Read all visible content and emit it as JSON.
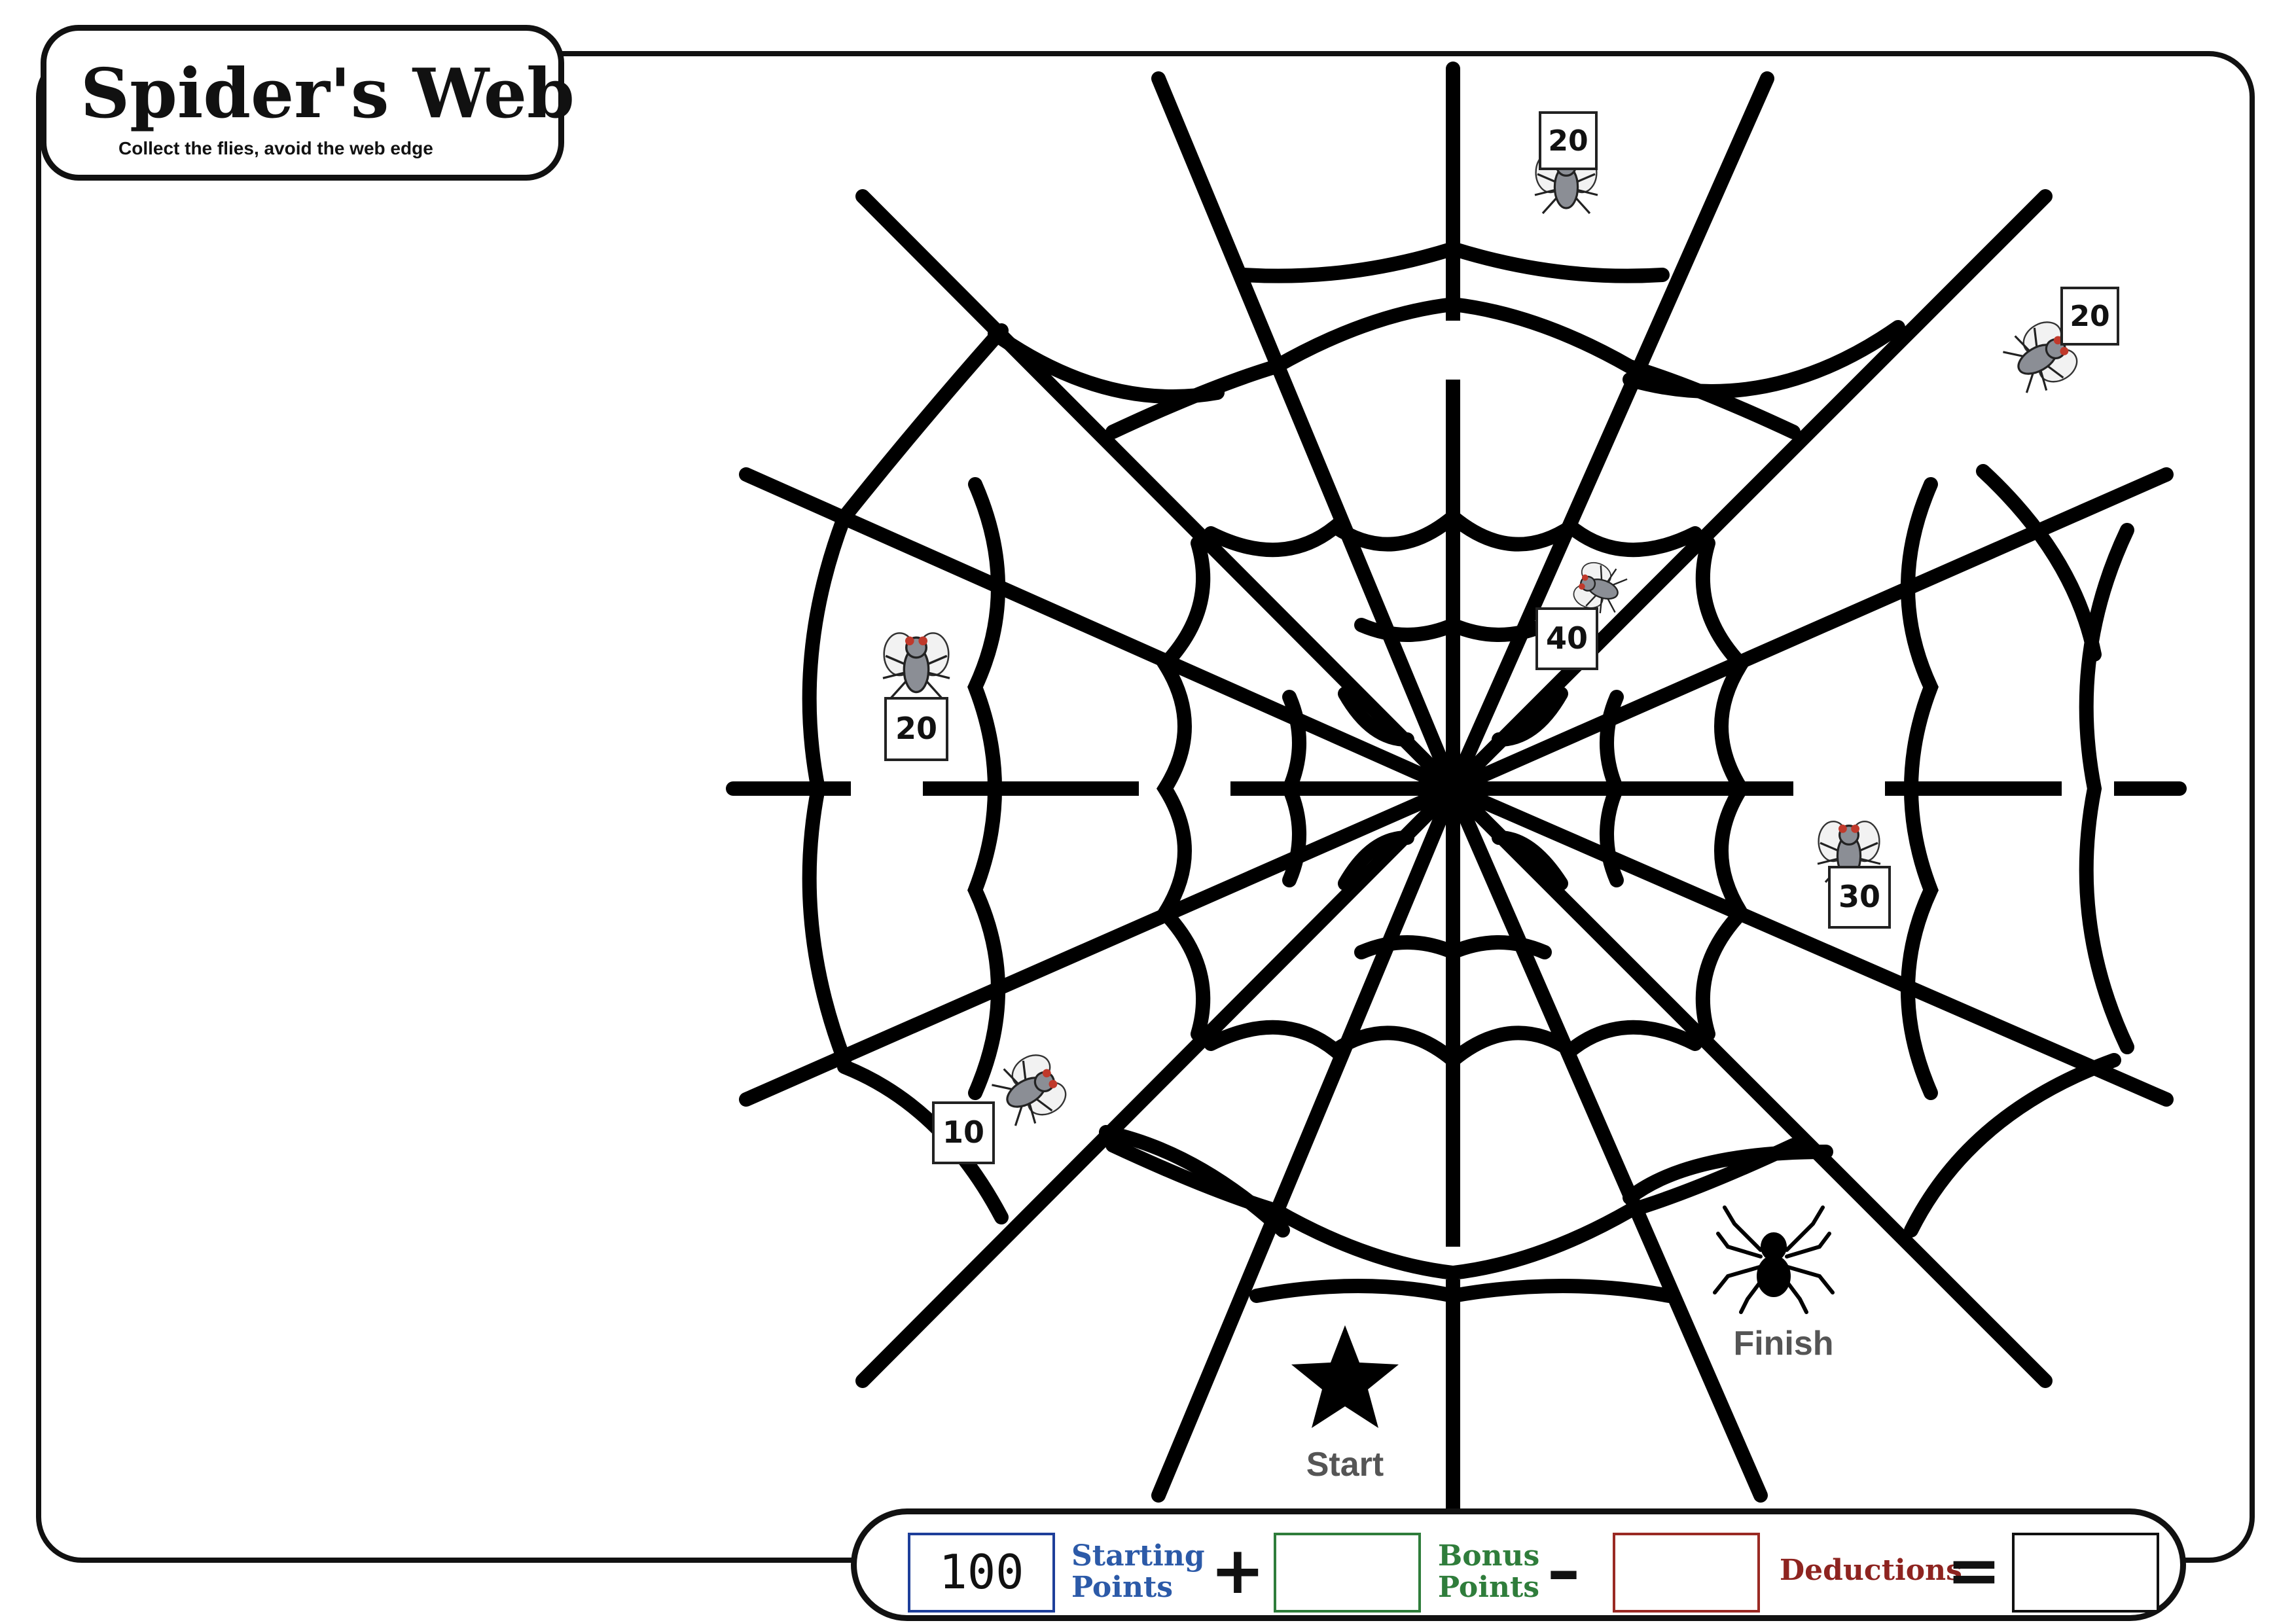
{
  "title": "Spider's Web",
  "subtitle": "Collect the flies, avoid the web edge",
  "start_label": "Start",
  "finish_label": "Finish",
  "flies": [
    {
      "id": "fly-top",
      "points": "20"
    },
    {
      "id": "fly-top-right",
      "points": "20"
    },
    {
      "id": "fly-left",
      "points": "20"
    },
    {
      "id": "fly-center",
      "points": "40"
    },
    {
      "id": "fly-right",
      "points": "30"
    },
    {
      "id": "fly-lower-left",
      "points": "10"
    }
  ],
  "scorecard": {
    "starting_points_value": "100",
    "starting_points_label": "Starting\nPoints",
    "plus_sign": "+",
    "bonus_points_value": "",
    "bonus_points_label": "Bonus\nPoints",
    "minus_sign": "–",
    "deductions_value": "",
    "deductions_label": "Deductions",
    "equals_sign": "=",
    "total_value": "",
    "colors": {
      "starting": "#2c5aa8",
      "bonus": "#2f7d3b",
      "deductions": "#8e2420"
    }
  }
}
